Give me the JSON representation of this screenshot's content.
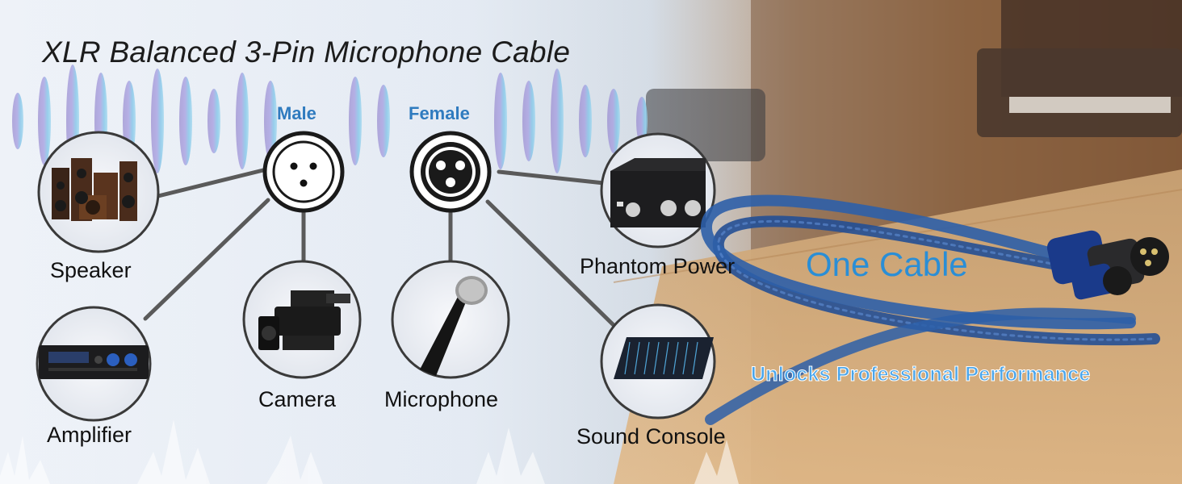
{
  "title": "XLR Balanced 3-Pin Microphone Cable",
  "connectors": {
    "male": "Male",
    "female": "Female"
  },
  "devices": {
    "speaker": "Speaker",
    "amplifier": "Amplifier",
    "camera": "Camera",
    "microphone": "Microphone",
    "phantom_power": "Phantom Power",
    "sound_console": "Sound Console"
  },
  "tagline": {
    "main": "One Cable",
    "sub": "Unlocks Professional Performance"
  },
  "colors": {
    "accent_blue": "#2f7bbf",
    "tagline_blue": "#2a8ed6",
    "cable_blue": "#2d5fa8",
    "wave_purple": "#9b8fd0",
    "wave_cyan": "#7cc4e8"
  }
}
